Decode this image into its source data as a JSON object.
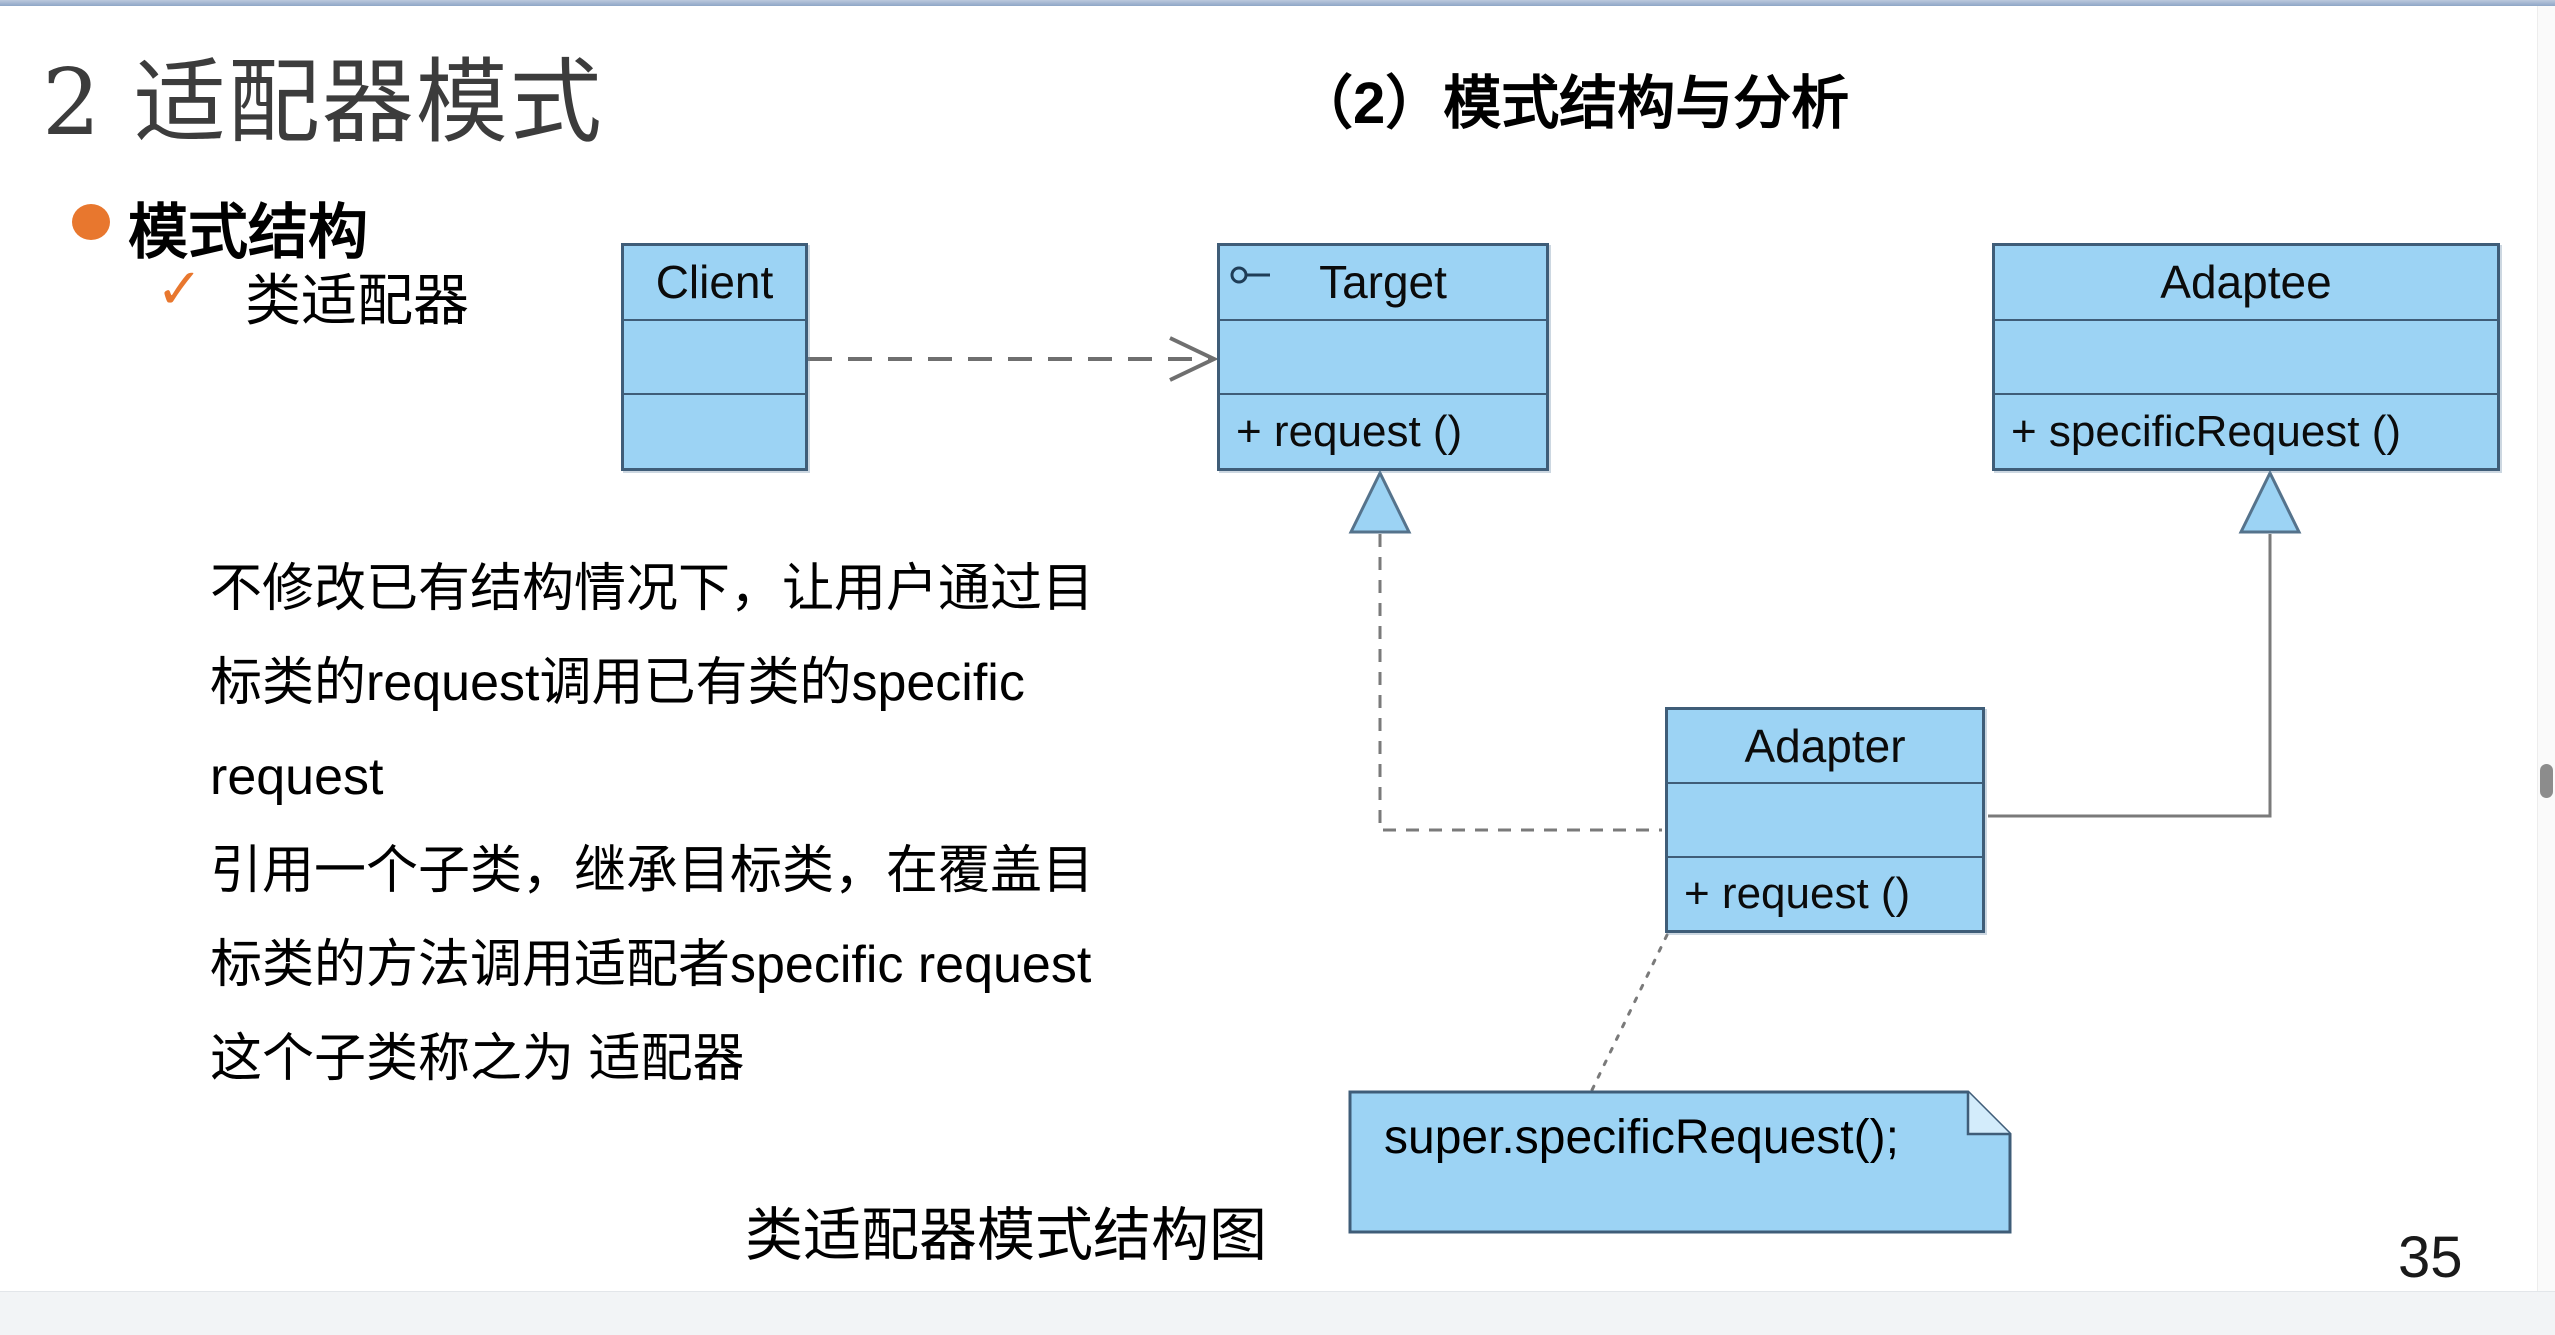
{
  "slide": {
    "title": "2 适配器模式",
    "section_header": "（2）模式结构与分析",
    "bullet_item": "模式结构",
    "check_mark": "✓",
    "check_item": "类适配器",
    "paragraph1_lines": [
      "不修改已有结构情况下，让用户通过目",
      "标类的request调用已有类的specific",
      "request"
    ],
    "paragraph2_lines": [
      "引用一个子类，继承目标类，在覆盖目",
      "标类的方法调用适配者specific request",
      "这个子类称之为 适配器"
    ],
    "caption": "类适配器模式结构图",
    "page_number": "35"
  },
  "diagram": {
    "client": {
      "name": "Client"
    },
    "target": {
      "name": "Target",
      "method": "+ request ()",
      "interface_icon": "lollipop-interface-icon"
    },
    "adaptee": {
      "name": "Adaptee",
      "method": "+ specificRequest ()"
    },
    "adapter": {
      "name": "Adapter",
      "method": "+ request ()"
    },
    "note_text": "super.specificRequest();",
    "relationships": [
      {
        "from": "Client",
        "to": "Target",
        "type": "dependency",
        "style": "dashed-open-arrow"
      },
      {
        "from": "Adapter",
        "to": "Target",
        "type": "realization",
        "style": "dashed-hollow-triangle"
      },
      {
        "from": "Adapter",
        "to": "Adaptee",
        "type": "generalization",
        "style": "solid-hollow-triangle"
      },
      {
        "from": "Adapter",
        "to": "note",
        "type": "anchor",
        "style": "dotted"
      }
    ]
  },
  "colors": {
    "accent_orange": "#e8772e",
    "box_fill": "#9cd3f4",
    "box_border": "#3f5d78",
    "line_gray": "#6f6f6f",
    "top_strip": "#8ea6c6",
    "bottom_bar": "#f2f4f6",
    "scroll_thumb": "#8c8c8c"
  }
}
